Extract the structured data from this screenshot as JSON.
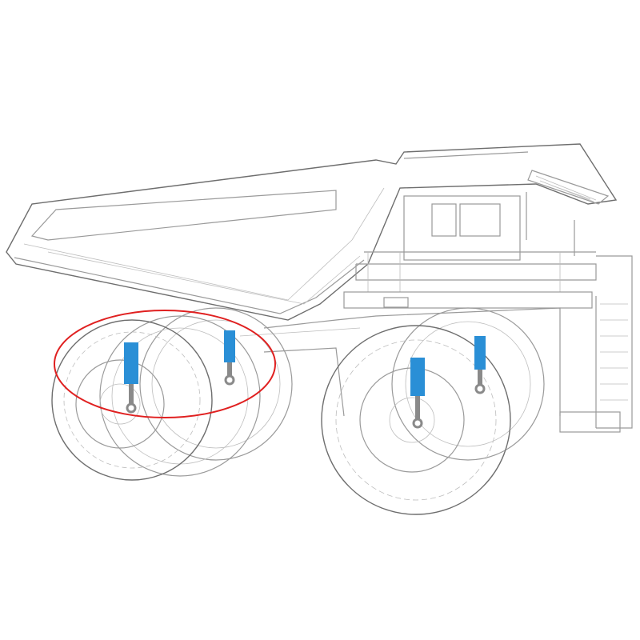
{
  "colors": {
    "background": "#ffffff",
    "linework": "#8a8a8a",
    "cylinder": "#2a8fd6",
    "rod": "#8a8a8a",
    "highlight": "#e02020"
  },
  "illustration": {
    "subject": "mining-dump-truck",
    "suspension_cylinders": 4,
    "highlighted_region": "rear-wheels"
  }
}
